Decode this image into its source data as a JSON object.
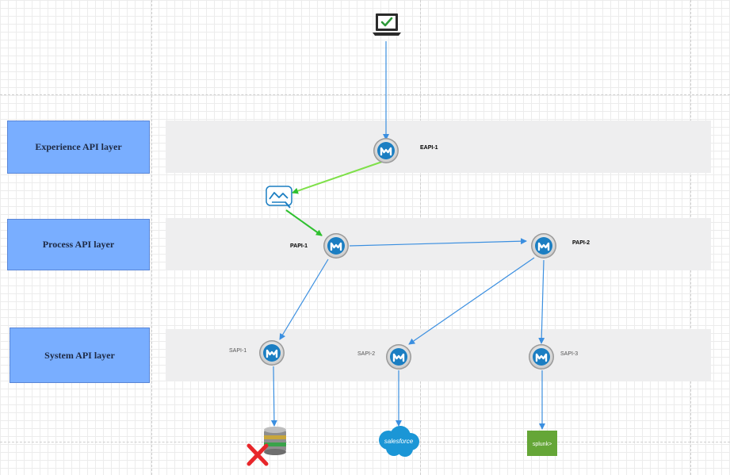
{
  "layers": {
    "experience": "Experience API layer",
    "process": "Process API layer",
    "system": "System API layer"
  },
  "nodes": {
    "eapi1": "EAPI-1",
    "papi1": "PAPI-1",
    "papi2": "PAPI-2",
    "sapi1": "SAPI-1",
    "sapi2": "SAPI-2",
    "sapi3": "SAPI-3"
  },
  "targets": {
    "salesforce": "salesforce",
    "splunk": "splunk>"
  },
  "icons": {
    "client": "laptop-check-icon",
    "api": "mulesoft-icon",
    "queue": "anypoint-mq-icon",
    "database": "database-icon",
    "error": "red-x-icon"
  },
  "colors": {
    "layer_box": "#79aeff",
    "band": "#eeeeef",
    "connector": "#3b8fe0",
    "async_connector": "#7fe04a",
    "mule_icon": "#1b7ec2",
    "salesforce": "#1b96d6",
    "splunk": "#65a637",
    "error": "#e8262a"
  }
}
